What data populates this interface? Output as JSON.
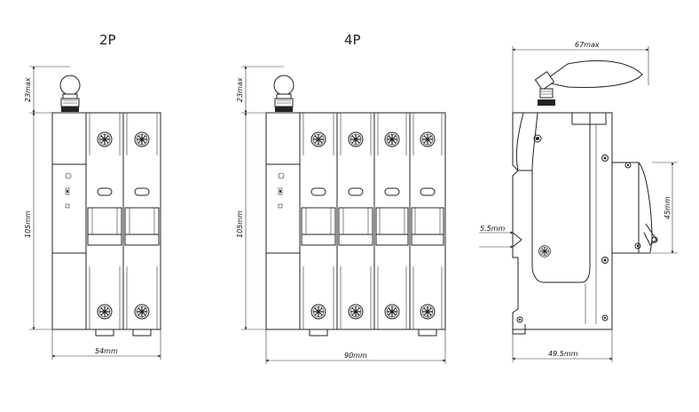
{
  "views": {
    "two_pole": {
      "title": "2P",
      "dim_width": "54mm",
      "dim_height": "105mm",
      "dim_antenna": "23max"
    },
    "four_pole": {
      "title": "4P",
      "dim_width": "90mm",
      "dim_height": "105mm",
      "dim_antenna": "23max"
    },
    "side": {
      "dim_top": "67max",
      "dim_bottom": "49.5mm",
      "dim_clip": "45mm",
      "dim_rail": "5.5mm"
    }
  }
}
